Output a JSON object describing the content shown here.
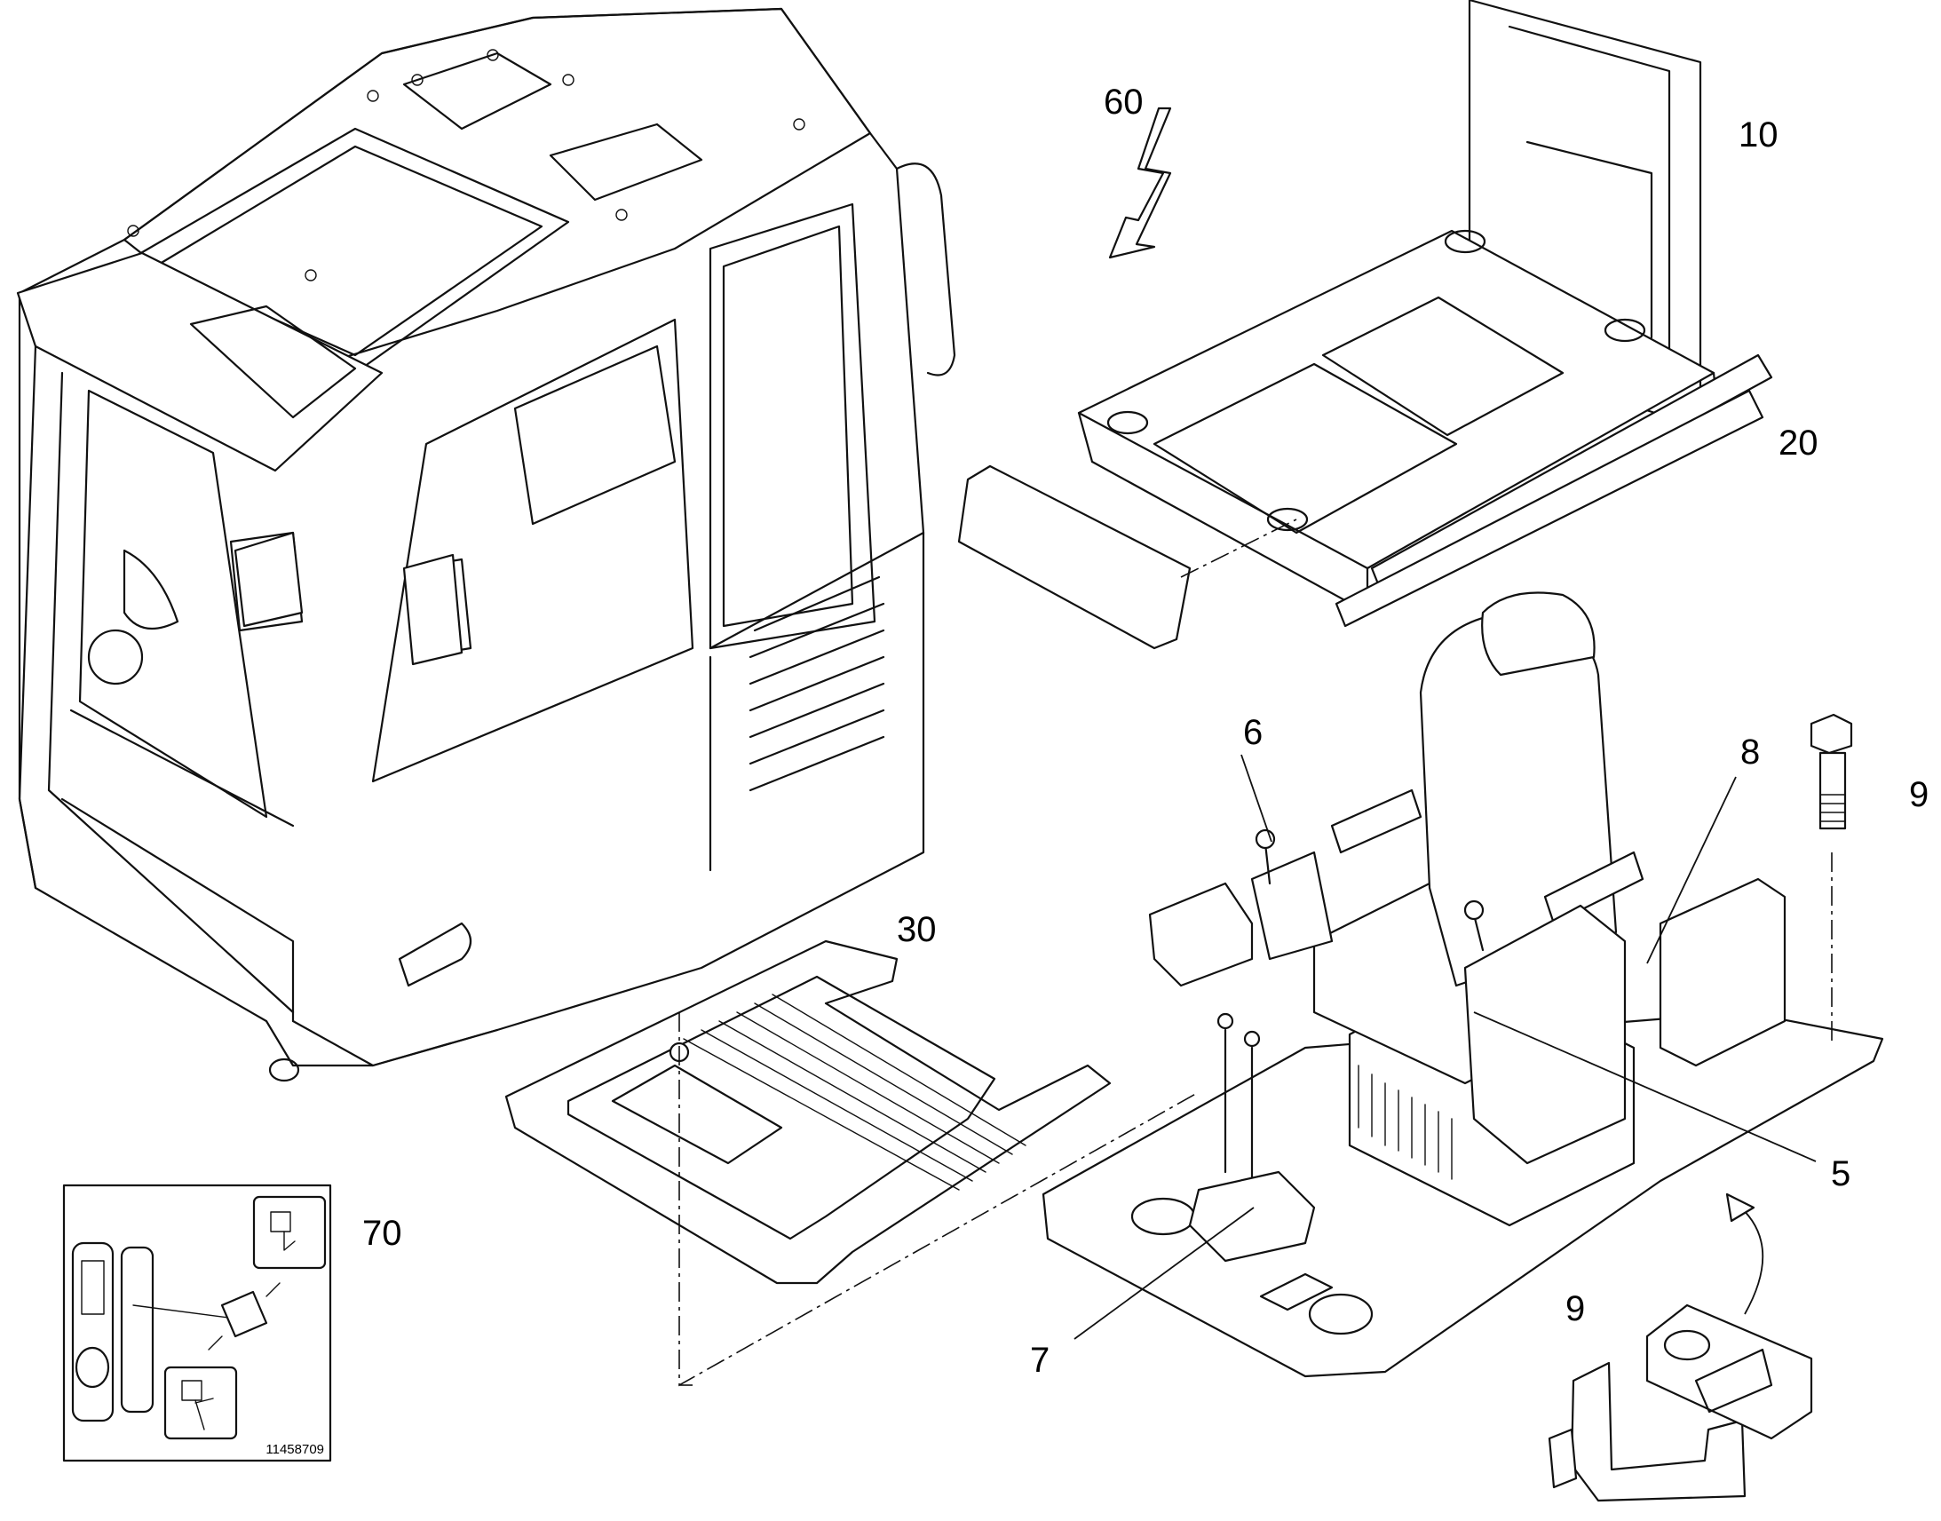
{
  "callouts": {
    "c5": "5",
    "c6": "6",
    "c7": "7",
    "c8": "8",
    "c9a": "9",
    "c9b": "9",
    "c10": "10",
    "c20": "20",
    "c30": "30",
    "c60": "60",
    "c70": "70"
  },
  "inset": {
    "reference_number": "11458709"
  },
  "symbols": {
    "electrical": "lightning-bolt-icon"
  }
}
